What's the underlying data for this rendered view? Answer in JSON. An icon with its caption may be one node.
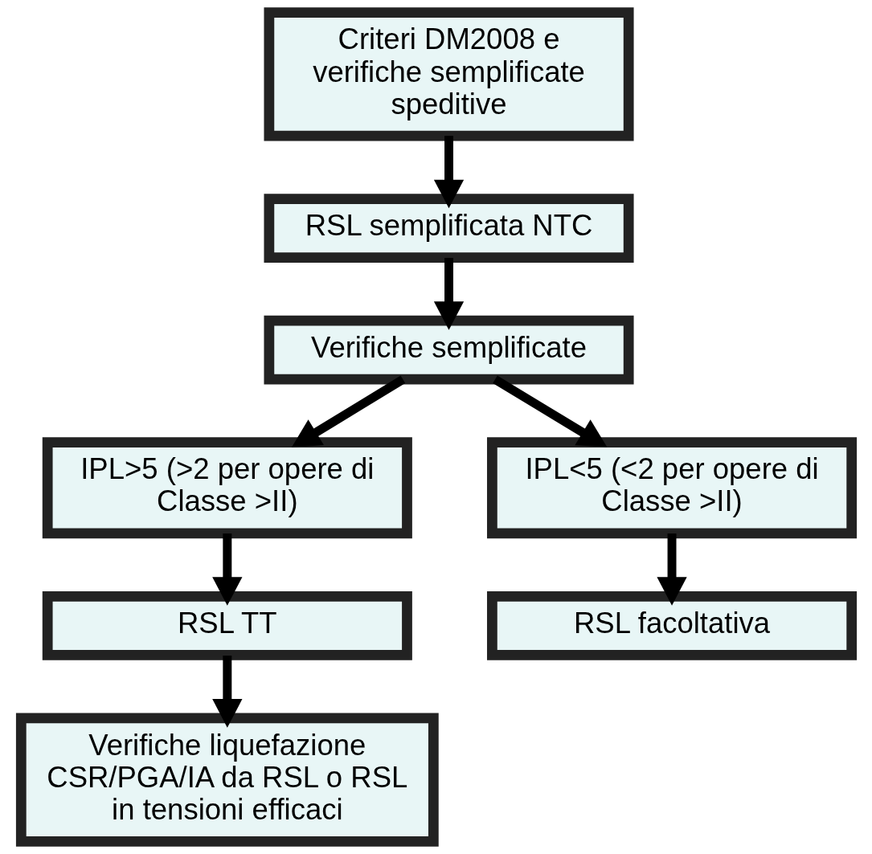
{
  "diagram": {
    "nodes": [
      {
        "text": [
          "Criteri DM2008 e verifiche semplificate speditive"
        ]
      },
      {
        "text": [
          "RSL semplificata NTC"
        ]
      },
      {
        "text": [
          "Verifiche semplificate"
        ]
      },
      {
        "text": [
          "IPL>5 (>2 per opere di Classe >II)"
        ]
      },
      {
        "text": [
          "IPL<5 (<2 per opere di Classe >II)"
        ]
      },
      {
        "text": [
          "RSL TT"
        ]
      },
      {
        "text": [
          "RSL facoltativa"
        ]
      },
      {
        "text": [
          "Verifiche liquefazione CSR/PGA/IA da RSL o RSL in tensioni efficaci"
        ]
      }
    ],
    "edges": [
      {
        "from": 0,
        "to": 1,
        "arrow": "to"
      },
      {
        "from": 1,
        "to": 2,
        "arrow": "to"
      },
      {
        "from": 2,
        "to": 3,
        "arrow": "to"
      },
      {
        "from": 2,
        "to": 4,
        "arrow": "to"
      },
      {
        "from": 3,
        "to": 5,
        "arrow": "to"
      },
      {
        "from": 4,
        "to": 6,
        "arrow": "to"
      },
      {
        "from": 5,
        "to": 7,
        "arrow": "to"
      }
    ]
  }
}
